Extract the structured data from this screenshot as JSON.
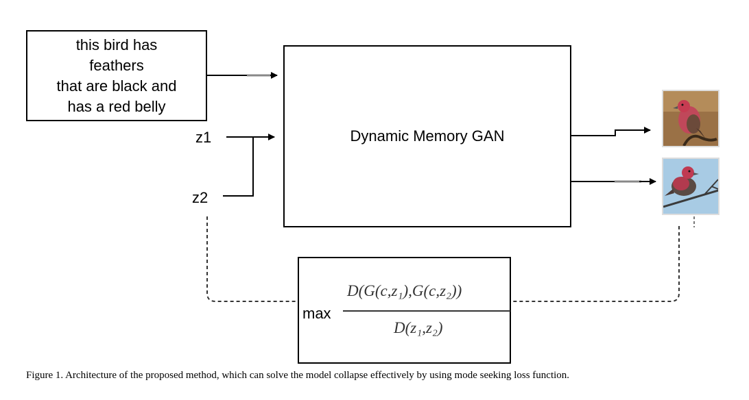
{
  "text_prompt": {
    "lines": [
      "this bird has",
      "feathers",
      "that are black and",
      "has a red belly"
    ]
  },
  "generator": {
    "label": "Dynamic Memory GAN"
  },
  "latents": {
    "z1": "z1",
    "z2": "z2"
  },
  "loss": {
    "operator": "max",
    "numerator": "D(G(c,z₁),G(c,z₂))",
    "denominator": "D(z₁,z₂)"
  },
  "outputs": [
    {
      "icon": "bird-image-icon",
      "background": "brown"
    },
    {
      "icon": "bird-image-icon",
      "background": "sky-blue"
    }
  ],
  "caption": "Figure 1. Architecture of the proposed method, which can solve the model collapse effectively by using mode seeking loss function."
}
